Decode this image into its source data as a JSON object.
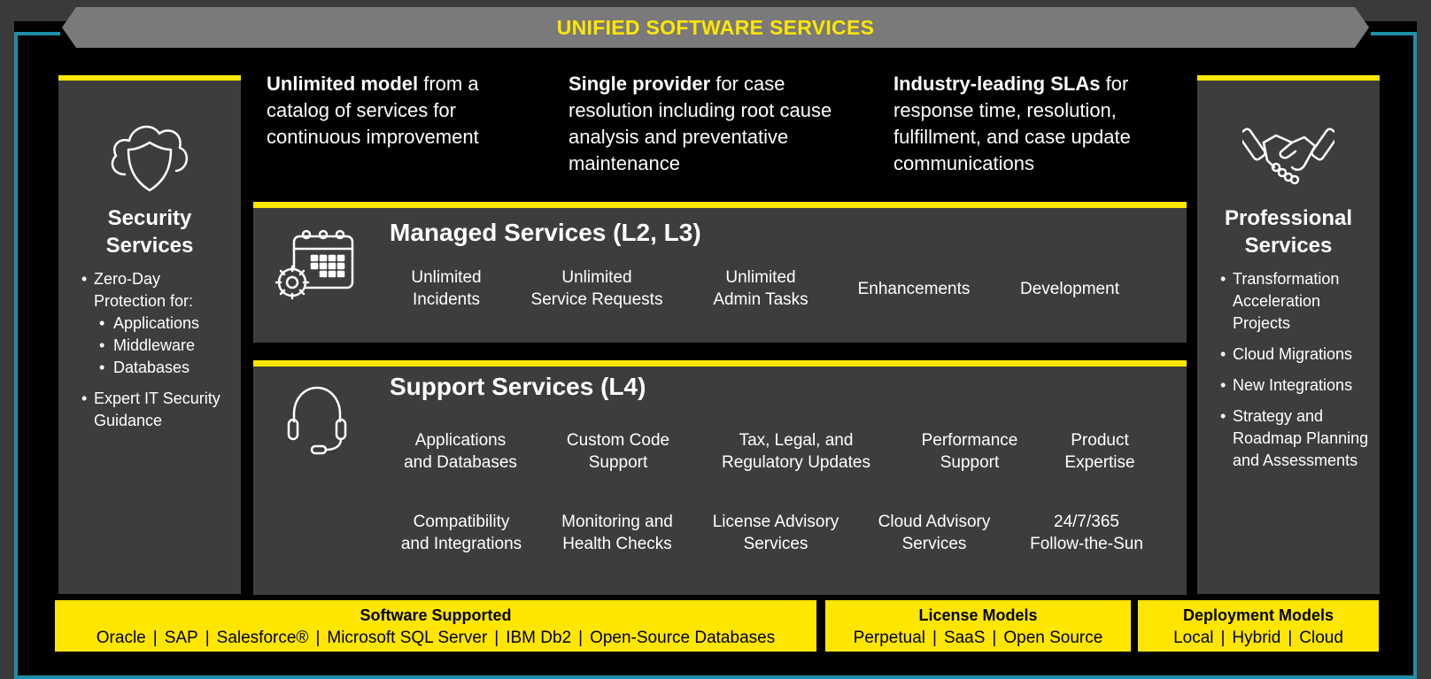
{
  "banner": {
    "title": "UNIFIED SOFTWARE SERVICES"
  },
  "security": {
    "title_line1": "Security",
    "title_line2": "Services",
    "items": [
      "Zero-Day Protection for:",
      "Applications",
      "Middleware",
      "Databases",
      "Expert IT Security Guidance"
    ]
  },
  "professional": {
    "title_line1": "Professional",
    "title_line2": "Services",
    "items": [
      "Transformation Acceleration Projects",
      "Cloud Migrations",
      "New Integrations",
      "Strategy and Roadmap Planning and Assessments"
    ]
  },
  "props": [
    {
      "bold": "Unlimited model",
      "rest": " from a catalog of services for continuous improvement"
    },
    {
      "bold": "Single provider",
      "rest": " for case resolution including root cause analysis and preventative maintenance"
    },
    {
      "bold": "Industry-leading SLAs",
      "rest": " for response time, resolution, fulfillment, and case update communications"
    }
  ],
  "managed": {
    "title": "Managed Services (L2, L3)",
    "items": [
      [
        "Unlimited",
        "Incidents"
      ],
      [
        "Unlimited",
        "Service Requests"
      ],
      [
        "Unlimited",
        "Admin Tasks"
      ],
      [
        "Enhancements",
        ""
      ],
      [
        "Development",
        ""
      ]
    ]
  },
  "support": {
    "title": "Support Services (L4)",
    "items": [
      [
        "Applications",
        "and Databases"
      ],
      [
        "Custom Code",
        "Support"
      ],
      [
        "Tax, Legal, and",
        "Regulatory Updates"
      ],
      [
        "Performance",
        "Support"
      ],
      [
        "Product",
        "Expertise"
      ],
      [
        "Compatibility",
        "and Integrations"
      ],
      [
        "Monitoring and",
        "Health Checks"
      ],
      [
        "License Advisory",
        "Services"
      ],
      [
        "Cloud Advisory",
        "Services"
      ],
      [
        "24/7/365",
        "Follow-the-Sun"
      ]
    ]
  },
  "footer": {
    "software": {
      "title": "Software Supported",
      "items": [
        "Oracle",
        "SAP",
        "Salesforce®",
        "Microsoft SQL Server",
        "IBM Db2",
        "Open-Source Databases"
      ]
    },
    "license": {
      "title": "License Models",
      "items": [
        "Perpetual",
        "SaaS",
        "Open Source"
      ]
    },
    "deployment": {
      "title": "Deployment Models",
      "items": [
        "Local",
        "Hybrid",
        "Cloud"
      ]
    }
  },
  "icons": {
    "security": "cloud-shield-icon",
    "professional": "handshake-icon",
    "managed": "calendar-gear-icon",
    "support": "headset-icon"
  },
  "colors": {
    "accent": "#ffe600",
    "panel": "#3d3d3d",
    "frame": "#1e8fa8",
    "banner": "#7a7a7a"
  }
}
